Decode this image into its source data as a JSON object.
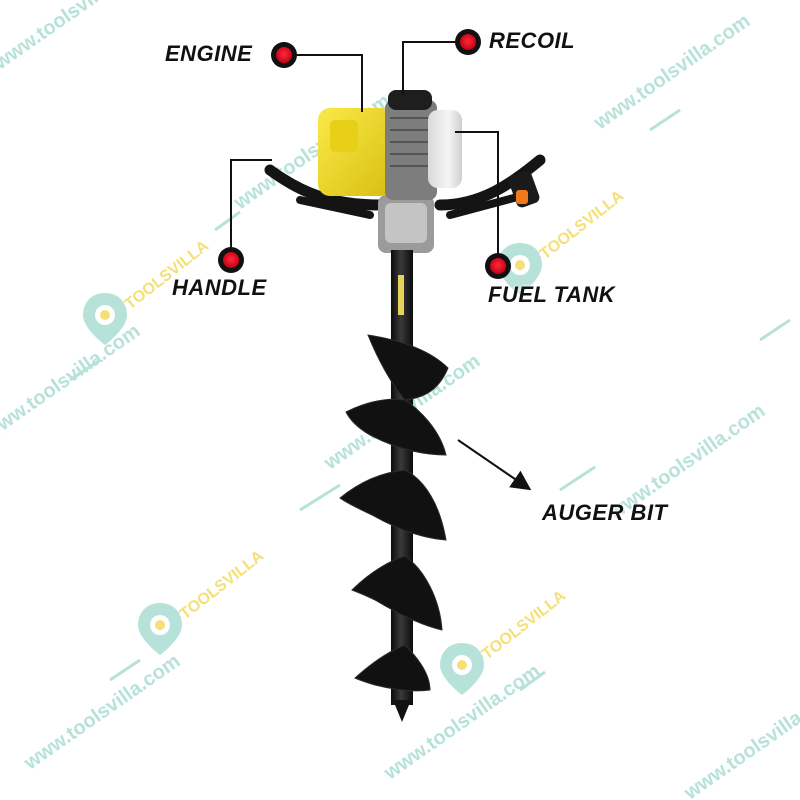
{
  "labels": {
    "engine": "ENGINE",
    "recoil": "RECOIL",
    "handle": "HANDLE",
    "fuel_tank": "FUEL TANK",
    "auger_bit": "AUGER BIT"
  },
  "watermark": {
    "url_text": "www.toolsvilla.com",
    "brand_text": "TOOLSVILLA"
  },
  "colors": {
    "marker_red": "#e0001b",
    "watermark": "#9fd8cc",
    "brand_yellow": "#f1d64a",
    "engine_yellow": "#f2dc1f"
  }
}
